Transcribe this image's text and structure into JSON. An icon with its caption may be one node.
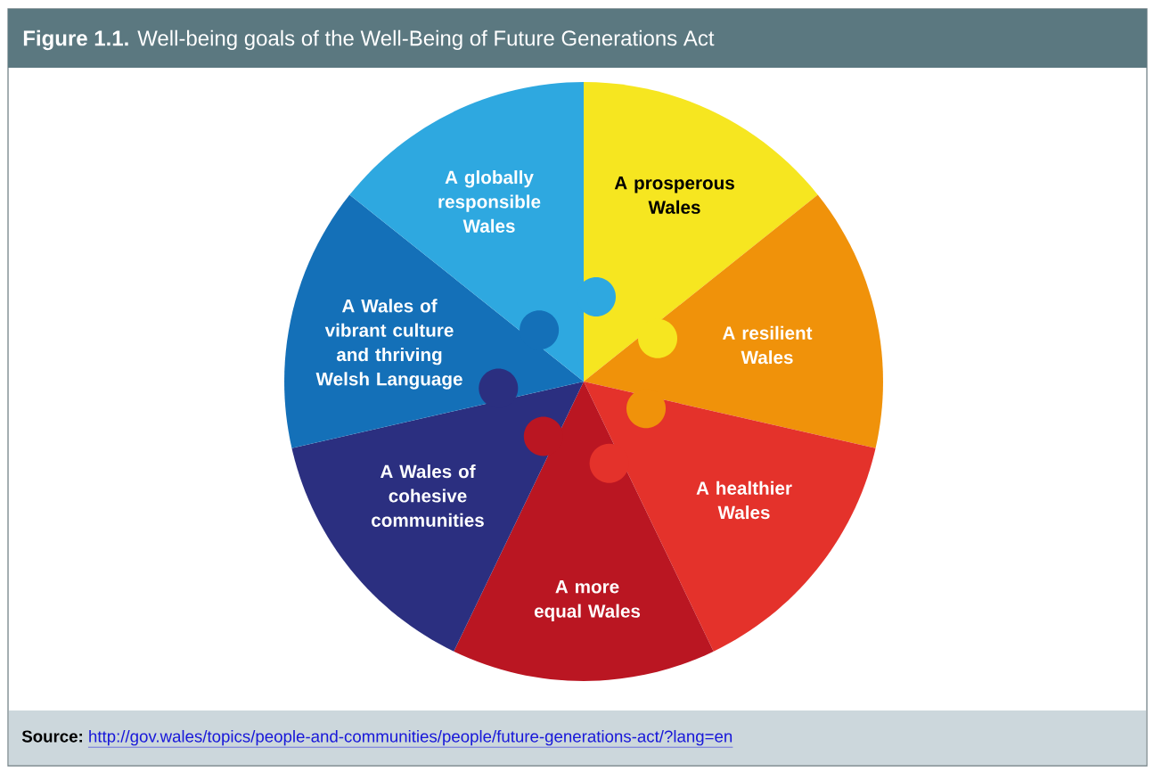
{
  "diagram": {
    "title": "**Figure 1.1.** Well-being goals of the Well-Being of Future Generations Act",
    "nodes": [
      {
        "text": [
          "A prosperous Wales"
        ]
      },
      {
        "text": [
          "A resilient Wales"
        ]
      },
      {
        "text": [
          "A healthier Wales"
        ]
      },
      {
        "text": [
          "A more equal Wales"
        ]
      },
      {
        "text": [
          "A Wales of cohesive communities"
        ]
      },
      {
        "text": [
          "A Wales of vibrant culture and thriving Welsh Language"
        ]
      },
      {
        "text": [
          "A globally responsible Wales"
        ]
      }
    ],
    "labels": [
      "Source:",
      "http://gov.wales/topics/people-and-communities/people/future-generations-act/?lang=en"
    ]
  }
}
